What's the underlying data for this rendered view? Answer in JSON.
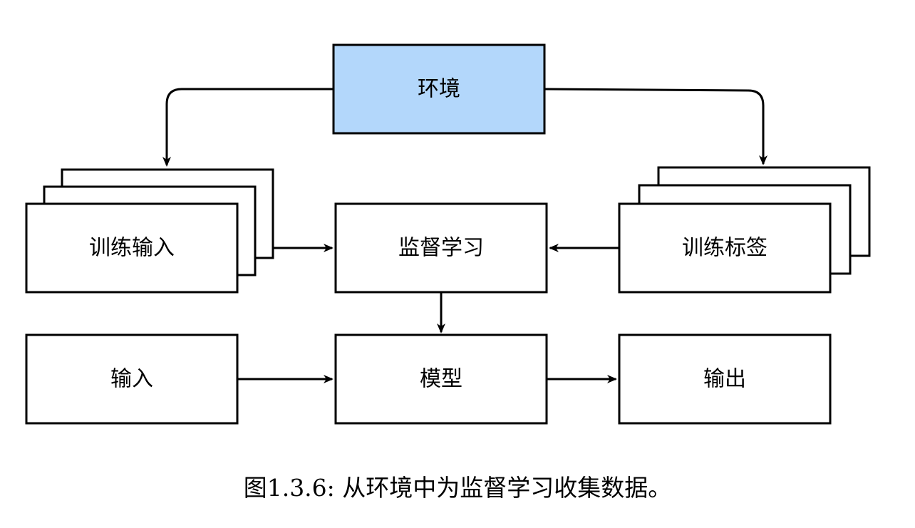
{
  "diagram": {
    "nodes": {
      "environment": {
        "label": "环境",
        "fill": "#b3d7fb"
      },
      "training_input": {
        "label": "训练输入"
      },
      "supervised_learning": {
        "label": "监督学习"
      },
      "training_labels": {
        "label": "训练标签"
      },
      "input": {
        "label": "输入"
      },
      "model": {
        "label": "模型"
      },
      "output": {
        "label": "输出"
      }
    },
    "edges": [
      {
        "from": "environment",
        "to": "training_input"
      },
      {
        "from": "environment",
        "to": "training_labels"
      },
      {
        "from": "training_input",
        "to": "supervised_learning"
      },
      {
        "from": "training_labels",
        "to": "supervised_learning"
      },
      {
        "from": "supervised_learning",
        "to": "model"
      },
      {
        "from": "input",
        "to": "model"
      },
      {
        "from": "model",
        "to": "output"
      }
    ],
    "caption": "图1.3.6: 从环境中为监督学习收集数据。"
  }
}
